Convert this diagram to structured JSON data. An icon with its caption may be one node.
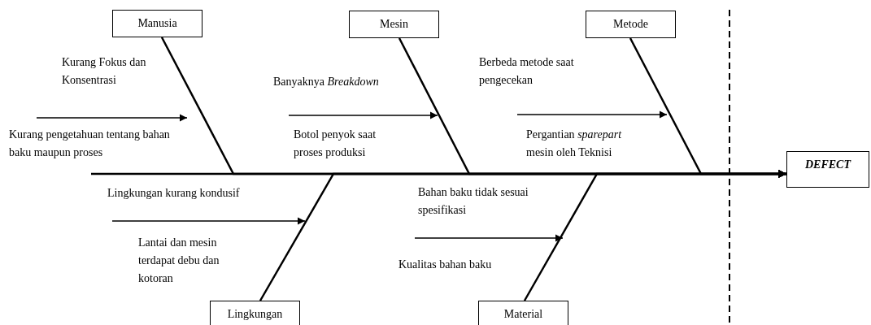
{
  "diagram": {
    "nodes": [
      {
        "text": [
          "Manusia"
        ]
      },
      {
        "text": [
          "Mesin"
        ]
      },
      {
        "text": [
          "Metode"
        ]
      },
      {
        "text": [
          "Lingkungan"
        ]
      },
      {
        "text": [
          "Material"
        ]
      },
      {
        "text": [
          "DEFECT"
        ]
      }
    ],
    "edges": [
      {
        "from": null,
        "to": 5,
        "arrow": "to"
      },
      {
        "from": 0,
        "to": 5,
        "arrow": "to"
      },
      {
        "from": 1,
        "to": 5,
        "arrow": "to"
      },
      {
        "from": 2,
        "to": 5,
        "arrow": "to"
      },
      {
        "from": 3,
        "to": 5,
        "arrow": "to"
      },
      {
        "from": 4,
        "to": 5,
        "arrow": "to"
      }
    ],
    "labels": [
      "Kurang Fokus dan Konsentrasi",
      "Banyaknya *Breakdown*",
      "Berbeda metode saat pengecekan",
      "Kurang pengetahuan tentang bahan baku maupun proses",
      "Botol penyok saat proses produksi",
      "Pergantian *sparepart* mesin oleh Teknisi",
      "Lingkungan kurang kondusif",
      "Bahan baku tidak sesuai spesifikasi",
      "Lantai dan mesin terdapat debu dan kotoran",
      "Kualitas bahan baku"
    ]
  }
}
